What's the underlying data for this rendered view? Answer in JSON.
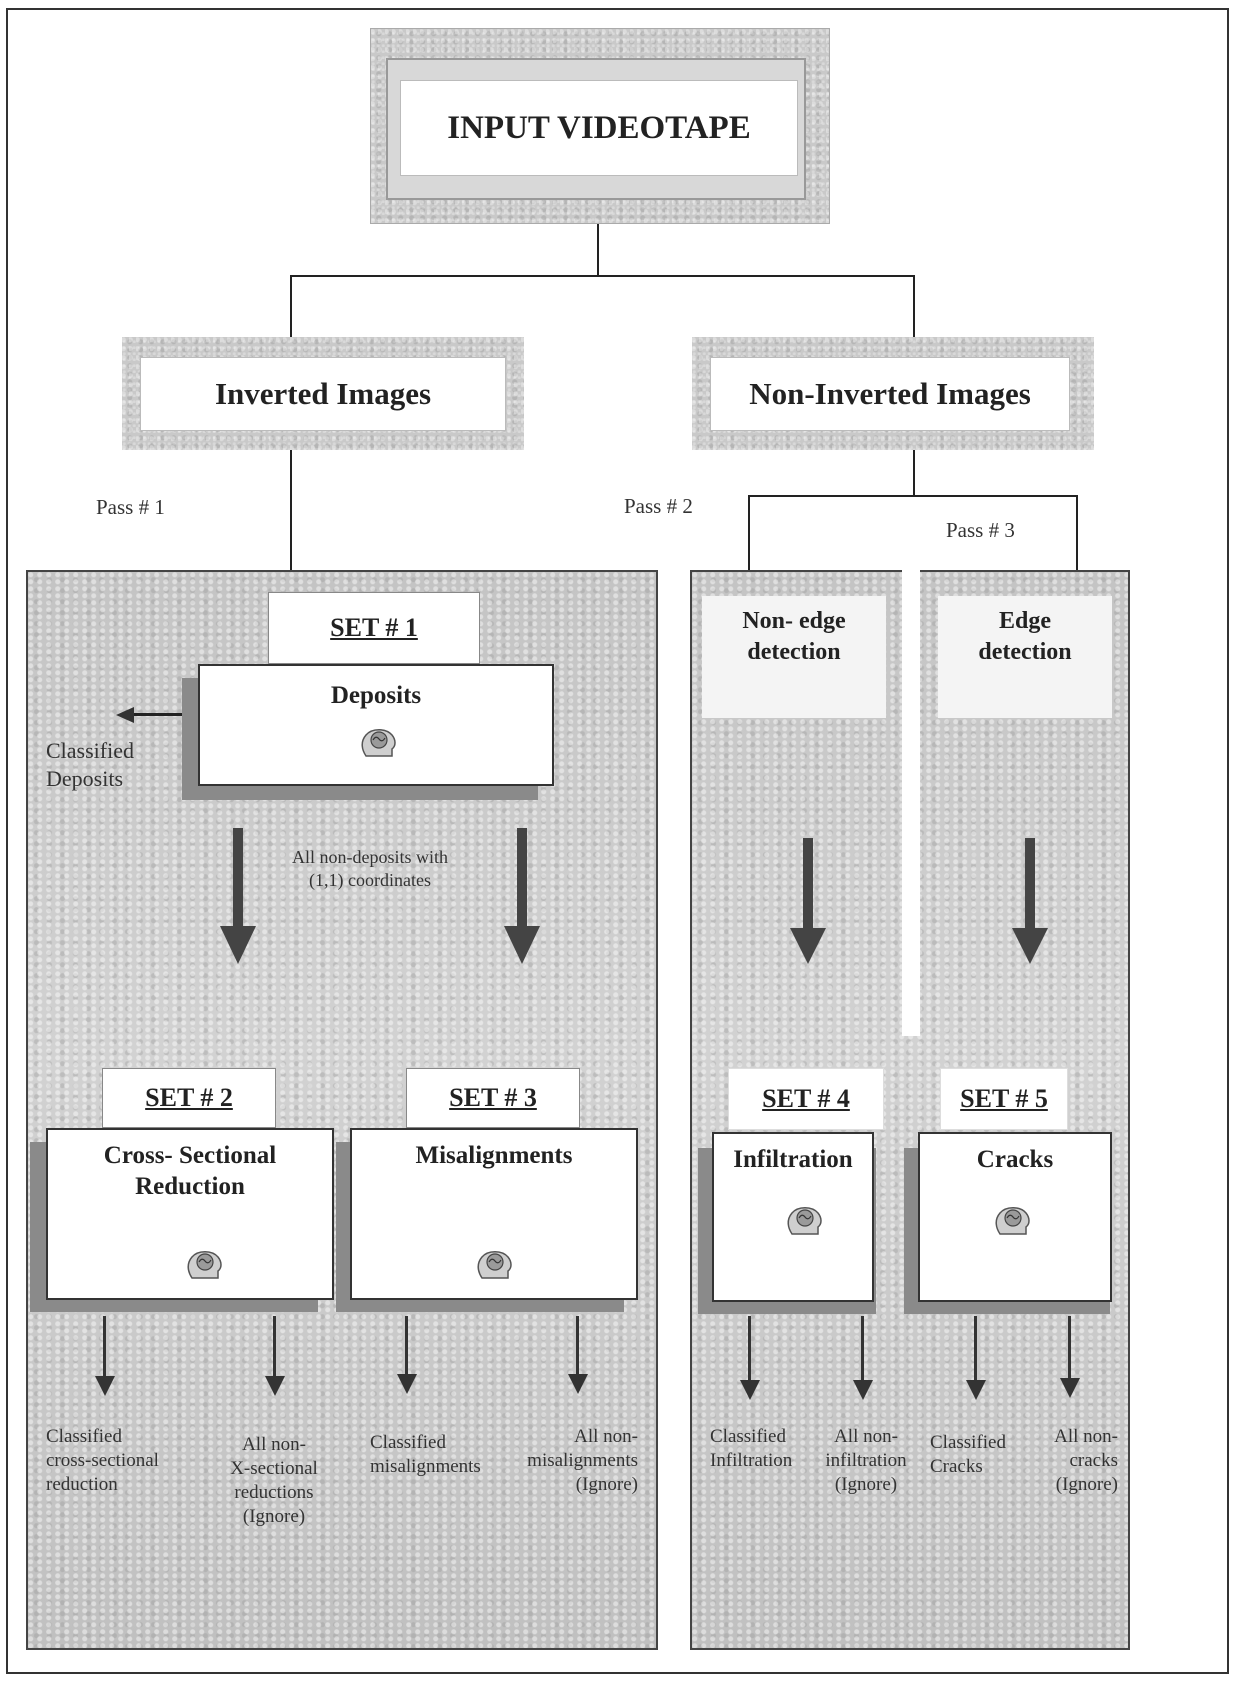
{
  "title": "INPUT VIDEOTAPE",
  "branches": {
    "inverted": "Inverted Images",
    "non_inverted": "Non-Inverted Images"
  },
  "passes": {
    "pass1": "Pass # 1",
    "pass2": "Pass # 2",
    "pass3": "Pass # 3"
  },
  "left_panel": {
    "set1": {
      "set_label": "SET # 1",
      "name": "Deposits"
    },
    "classified_deposits": [
      "Classified",
      "Deposits"
    ],
    "flow_note": [
      "All non-deposits with",
      "(1,1)  coordinates"
    ],
    "set2": {
      "set_label": "SET # 2",
      "name": [
        "Cross- Sectional",
        "Reduction"
      ]
    },
    "set3": {
      "set_label": "SET # 3",
      "name": "Misalignments"
    },
    "outputs": {
      "classified_csr": [
        "Classified",
        "cross-sectional",
        "reduction"
      ],
      "non_x_sectional": [
        "All non-",
        "X-sectional",
        "reductions",
        "(Ignore)"
      ],
      "classified_misalignments": [
        "Classified",
        "misalignments"
      ],
      "non_misalignments": [
        "All non-",
        "misalignments",
        "(Ignore)"
      ]
    }
  },
  "right_panel": {
    "non_edge": [
      "Non- edge",
      "detection"
    ],
    "edge": [
      "Edge",
      "detection"
    ],
    "set4": {
      "set_label": "SET # 4",
      "name": "Infiltration"
    },
    "set5": {
      "set_label": "SET # 5",
      "name": "Cracks"
    },
    "outputs": {
      "classified_infiltration": [
        "Classified",
        "Infiltration"
      ],
      "non_infiltration": [
        "All non-",
        "infiltration",
        "(Ignore)"
      ],
      "classified_cracks": [
        "Classified",
        "Cracks"
      ],
      "non_cracks": [
        "All non-",
        "cracks",
        "(Ignore)"
      ]
    }
  },
  "icons": {
    "classifier": "brain-head-icon"
  },
  "colors": {
    "panel": "#bdbdbd",
    "line": "#222222",
    "arrow": "#3a3a3a"
  }
}
